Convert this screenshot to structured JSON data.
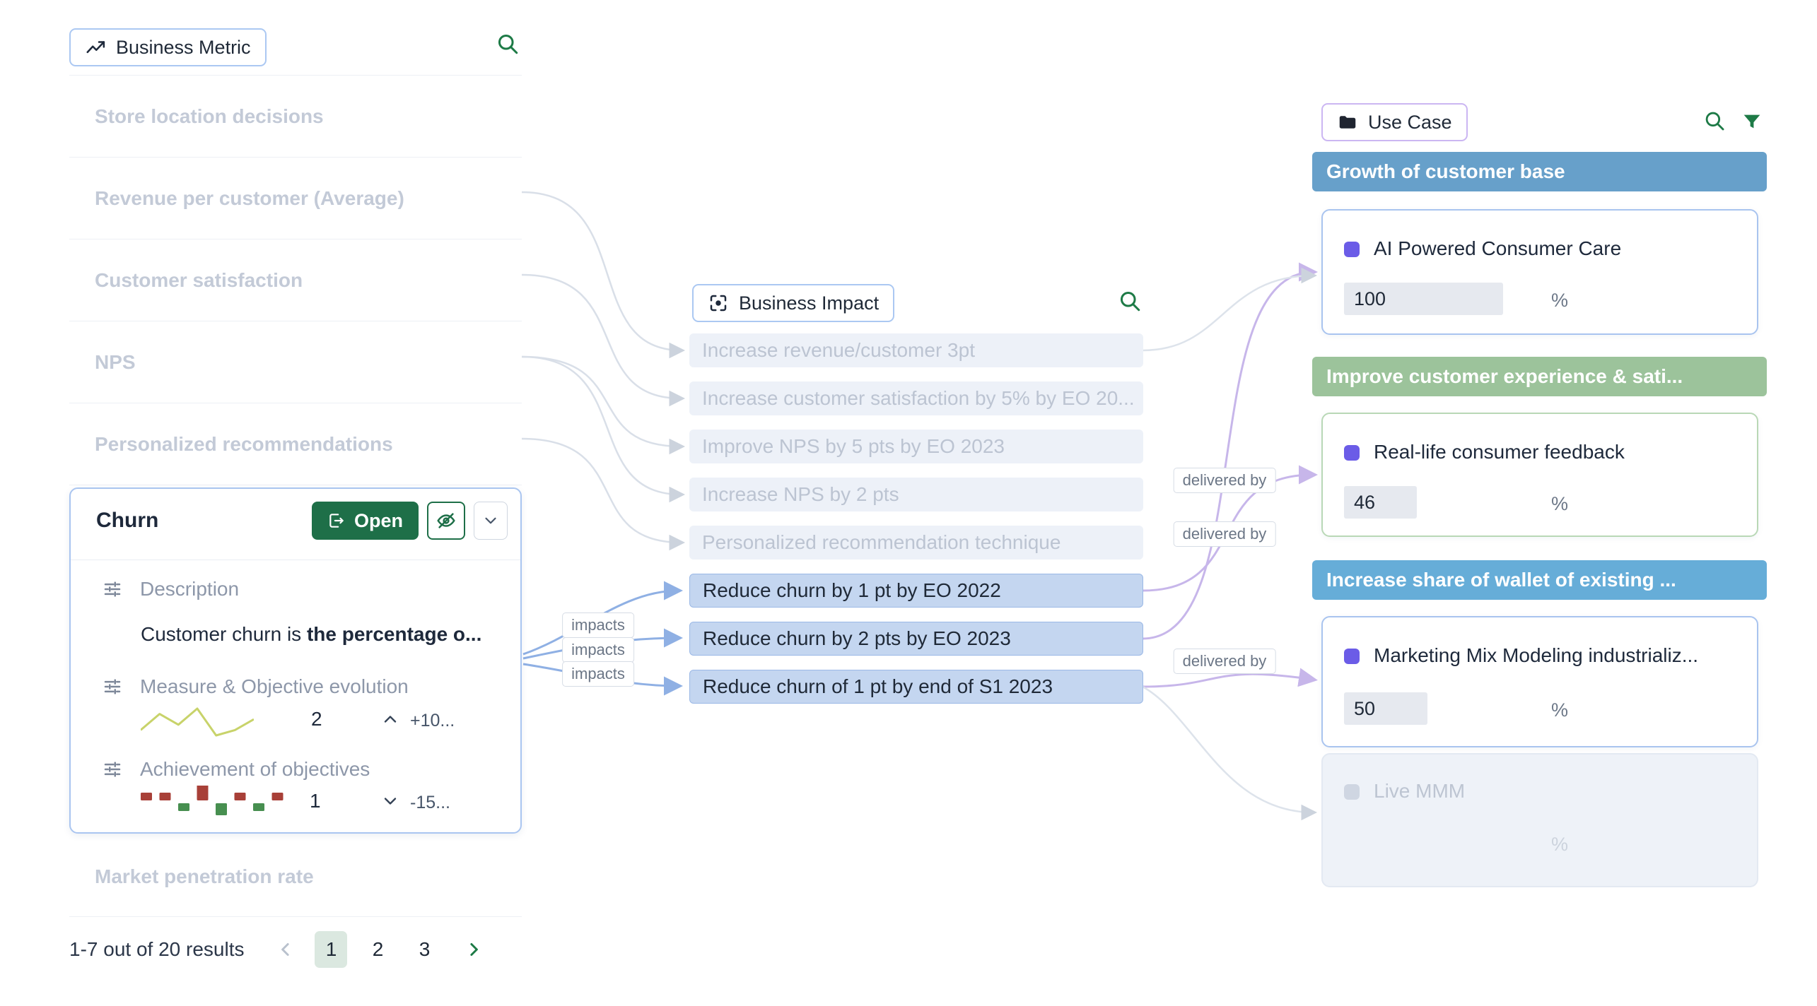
{
  "colors": {
    "accent_green": "#1e6f48",
    "chip_border_blue": "#abc8f2",
    "chip_border_purple": "#cbb6f2",
    "edge_gray": "#d9dfe8",
    "edge_blue": "#8fb0e4",
    "edge_purple": "#c7b6ea",
    "item_muted_bg": "#edf1f8",
    "item_highlight_bg": "#c4d6f0",
    "group_blue": "#67a0ca",
    "group_green": "#9cc39b",
    "group_teal": "#66add8",
    "node_purple": "#6b5ce7",
    "bar_red": "#a84038",
    "bar_green": "#478f50",
    "sparkline": "#c8d36a"
  },
  "metric_panel": {
    "chip_label": "Business Metric",
    "items": [
      "Store location decisions",
      "Revenue per customer (Average)",
      "Customer satisfaction",
      "NPS",
      "Personalized recommendations"
    ],
    "churn_card": {
      "title": "Churn",
      "open_label": "Open",
      "description_label": "Description",
      "description_text": "Customer churn is ",
      "description_bold": "the percentage o...",
      "measure_label": "Measure & Objective evolution",
      "measure_value": "2",
      "measure_trend": "+10...",
      "achievement_label": "Achievement of objectives",
      "achievement_value": "1",
      "achievement_trend": "-15...",
      "sparkline": [
        3,
        6,
        4,
        7,
        2,
        3,
        5
      ],
      "achievement_bars": [
        {
          "dir": "up",
          "mag": 1
        },
        {
          "dir": "up",
          "mag": 1
        },
        {
          "dir": "down",
          "mag": 1
        },
        {
          "dir": "up",
          "mag": 3
        },
        {
          "dir": "down",
          "mag": 2
        },
        {
          "dir": "up",
          "mag": 1
        },
        {
          "dir": "down",
          "mag": 1
        },
        {
          "dir": "up",
          "mag": 1
        }
      ]
    },
    "last_item": "Market penetration rate",
    "pagination": {
      "summary": "1-7 out of 20 results",
      "pages": [
        "1",
        "2",
        "3"
      ],
      "active": "1"
    }
  },
  "impact_panel": {
    "chip_label": "Business Impact",
    "items": [
      {
        "label": "Increase revenue/customer 3pt",
        "highlighted": false
      },
      {
        "label": "Increase customer satisfaction by 5% by EO 20...",
        "highlighted": false
      },
      {
        "label": "Improve NPS by 5 pts by EO 2023",
        "highlighted": false
      },
      {
        "label": "Increase NPS by 2 pts",
        "highlighted": false
      },
      {
        "label": "Personalized recommendation technique",
        "highlighted": false
      },
      {
        "label": "Reduce churn by 1 pt by EO 2022",
        "highlighted": true
      },
      {
        "label": "Reduce churn by 2 pts by EO 2023",
        "highlighted": true
      },
      {
        "label": "Reduce churn of 1 pt by end of S1 2023",
        "highlighted": true
      }
    ]
  },
  "usecase_panel": {
    "chip_label": "Use Case",
    "groups": [
      {
        "title": "Growth of customer base"
      },
      {
        "title": "Improve customer experience & sati..."
      },
      {
        "title": "Increase share of wallet of existing ..."
      }
    ],
    "cards": [
      {
        "title": "AI Powered Consumer Care",
        "value": "100",
        "unit": "%"
      },
      {
        "title": "Real-life consumer feedback",
        "value": "46",
        "unit": "%"
      },
      {
        "title": "Marketing Mix Modeling industrializ...",
        "value": "50",
        "unit": "%"
      },
      {
        "title": "Live MMM",
        "value": "",
        "unit": "%"
      }
    ]
  },
  "edges": {
    "impacts_labels": [
      "impacts",
      "impacts",
      "impacts"
    ],
    "delivered_labels": [
      "delivered by",
      "delivered by",
      "delivered by"
    ]
  }
}
